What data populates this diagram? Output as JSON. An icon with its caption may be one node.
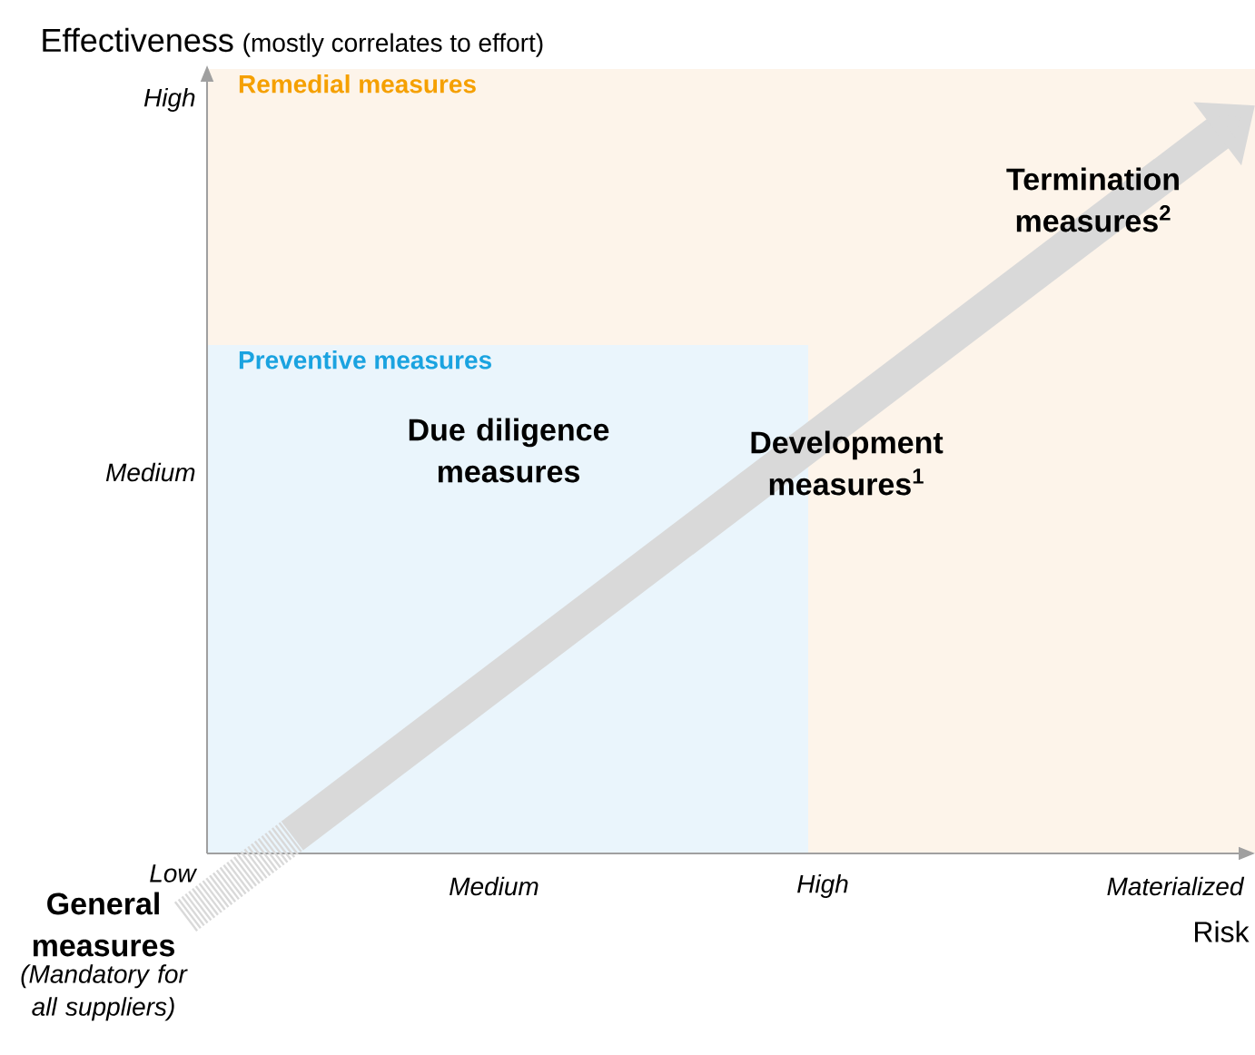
{
  "diagram": {
    "nodes": [
      {
        "text": [
          "Remedial measures"
        ]
      },
      {
        "text": [
          "Preventive measures"
        ],
        "in": 0
      },
      {
        "text": [
          "General measures"
        ],
        "beside": [
          "(Mandatory for all suppliers)"
        ]
      },
      {
        "text": [
          "Due diligence measures"
        ],
        "in": 1
      },
      {
        "text": [
          "Development measures$^{1}$"
        ],
        "in": 0
      },
      {
        "text": [
          "Termination measures$^{2}$"
        ],
        "in": 0
      }
    ],
    "edges": [
      {
        "from": 2,
        "to": 0,
        "arrow": "to"
      }
    ],
    "labels": [
      "Effectiveness",
      "(mostly correlates to effort)",
      "High",
      "Medium",
      "Low",
      "Medium",
      "High",
      "Materialized",
      "Risk"
    ]
  }
}
